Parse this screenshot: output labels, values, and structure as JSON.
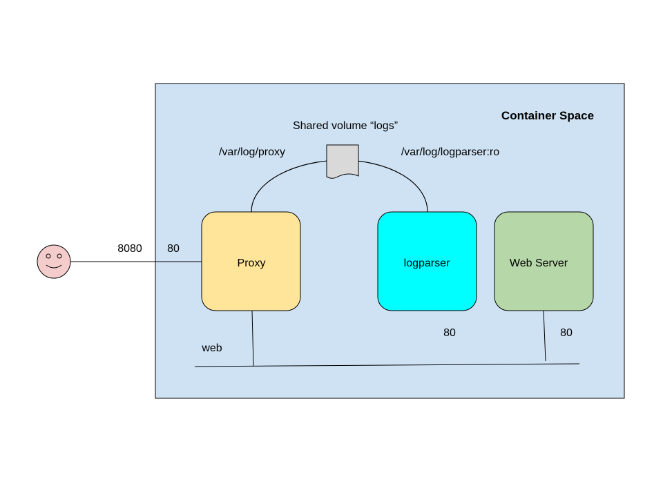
{
  "container": {
    "title": "Container Space",
    "fill": "#cfe2f3",
    "stroke": "#000000"
  },
  "volume": {
    "label": "Shared volume “logs”",
    "proxy_mount": "/var/log/proxy",
    "logparser_mount": "/var/log/logparser:ro",
    "icon": "document-icon",
    "fill": "#d9d9d9"
  },
  "nodes": {
    "proxy": {
      "label": "Proxy",
      "fill": "#ffe599"
    },
    "logparser": {
      "label": "logparser",
      "fill": "#00ffff"
    },
    "webserver": {
      "label": "Web Server",
      "fill": "#b6d7a8"
    }
  },
  "user": {
    "icon": "smiley-face-icon",
    "fill": "#f4cccc"
  },
  "ports": {
    "host": "8080",
    "proxy": "80",
    "logparser": "80",
    "webserver": "80"
  },
  "network": {
    "label": "web"
  }
}
